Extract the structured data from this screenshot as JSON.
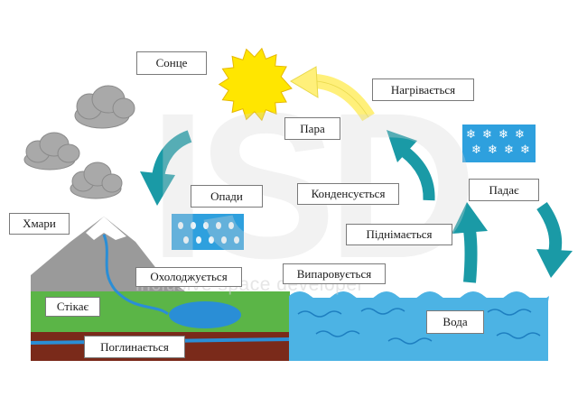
{
  "labels": {
    "sun": "Сонце",
    "heats": "Нагрівається",
    "steam": "Пара",
    "condenses": "Конденсується",
    "precipitation": "Опади",
    "clouds": "Хмари",
    "falls": "Падає",
    "rises": "Піднімається",
    "cools": "Охолоджується",
    "evaporates": "Випаровується",
    "flows": "Стікає",
    "absorbed": "Поглинається",
    "water": "Вода"
  },
  "watermark": {
    "logo": "ISD",
    "text": "inclusive space developer"
  },
  "colors": {
    "arrow_teal": "#1a9aa6",
    "arrow_yellow": "#fff07a",
    "sun": "#ffe600",
    "cloud": "#a9a9a9",
    "sea": "#4cb3e4",
    "grass": "#5bb547",
    "mountain": "#9a9a9a",
    "soil": "#7a2a1a"
  }
}
